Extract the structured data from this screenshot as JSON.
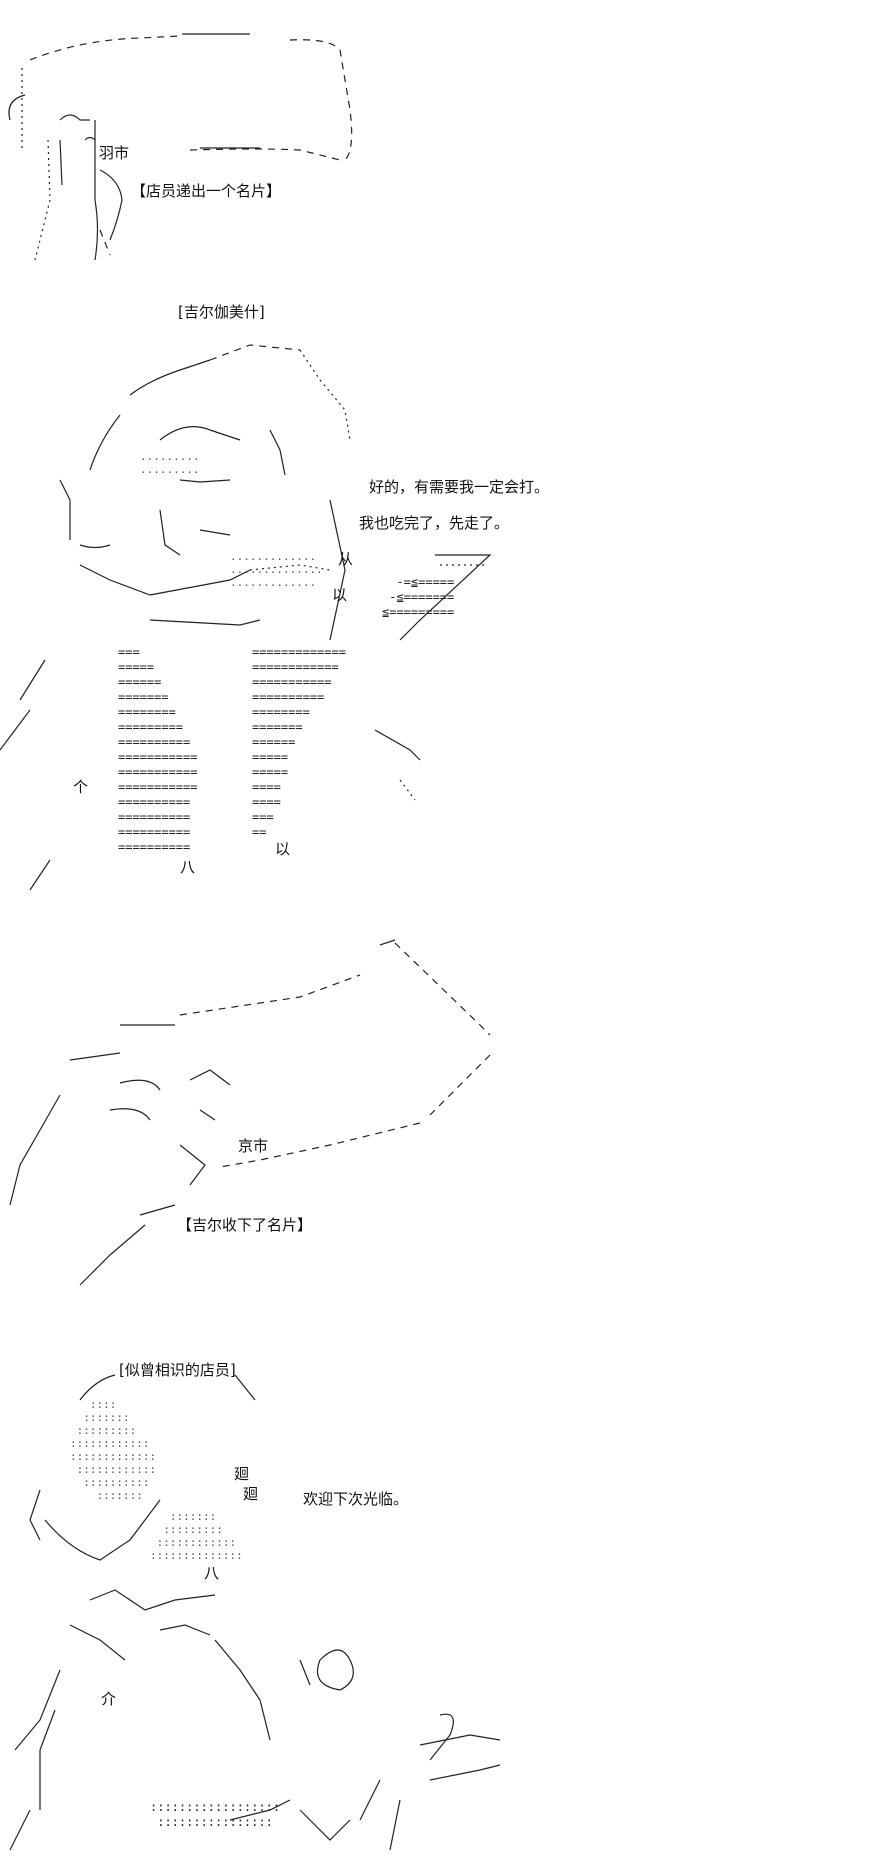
{
  "panels": [
    {
      "labels": {
        "name_tag": "羽市",
        "action": "【店员递出一个名片】"
      }
    },
    {
      "labels": {
        "name_tag": "[吉尔伽美什]",
        "line_1": "好的，有需要我一定会打。",
        "line_2": "我也吃完了，先走了。",
        "side_char_1": "从",
        "side_char_2": "以",
        "side_char_3": "个",
        "side_char_4": "八",
        "side_char_5": "以"
      }
    },
    {
      "labels": {
        "name_tag": "京市",
        "action": "【吉尔收下了名片】"
      }
    },
    {
      "labels": {
        "name_tag": "[似曾相识的店员]",
        "line_1": "欢迎下次光临。",
        "side_char_1": "廻",
        "side_char_2": "廻",
        "side_char_3": "八",
        "side_char_4": "介"
      }
    }
  ]
}
